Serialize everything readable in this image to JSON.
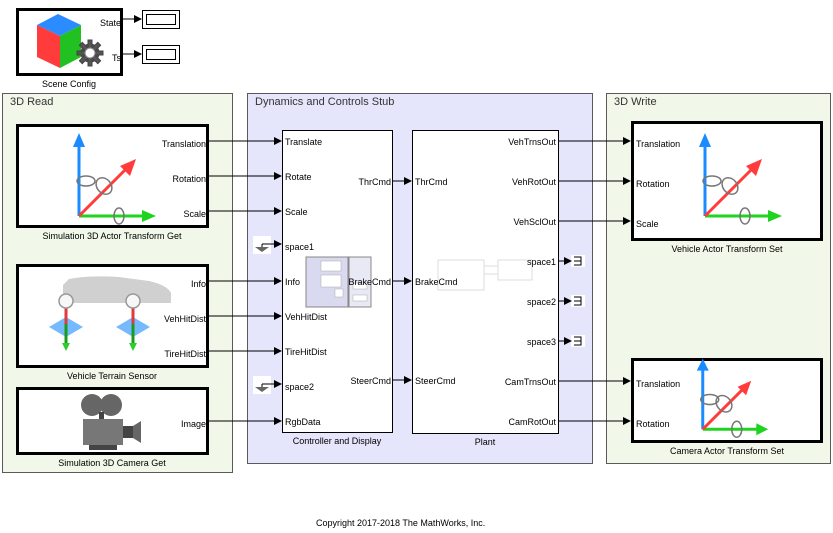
{
  "scene_config": {
    "caption": "Scene Config",
    "ports": [
      "State",
      "Ts"
    ]
  },
  "areas": {
    "read": "3D Read",
    "dynamics": "Dynamics and Controls Stub",
    "write": "3D Write"
  },
  "blocks": {
    "actor_get": {
      "caption": "Simulation 3D Actor Transform Get",
      "outputs": [
        "Translation",
        "Rotation",
        "Scale"
      ]
    },
    "terrain": {
      "caption": "Vehicle Terrain Sensor",
      "outputs": [
        "Info",
        "VehHitDist",
        "TireHitDist"
      ]
    },
    "camera_get": {
      "caption": "Simulation 3D Camera Get",
      "outputs": [
        "Image"
      ]
    },
    "controller": {
      "caption": "Controller and Display",
      "inputs": [
        "Translate",
        "Rotate",
        "Scale",
        "space1",
        "Info",
        "VehHitDist",
        "TireHitDist",
        "space2",
        "RgbData"
      ],
      "outputs": [
        "ThrCmd",
        "BrakeCmd",
        "SteerCmd"
      ]
    },
    "plant": {
      "caption": "Plant",
      "inputs": [
        "ThrCmd",
        "BrakeCmd",
        "SteerCmd"
      ],
      "outputs": [
        "VehTrnsOut",
        "VehRotOut",
        "VehSclOut",
        "space1",
        "space2",
        "space3",
        "CamTrnsOut",
        "CamRotOut"
      ]
    },
    "vehicle_set": {
      "caption": "Vehicle Actor Transform Set",
      "inputs": [
        "Translation",
        "Rotation",
        "Scale"
      ]
    },
    "camera_set": {
      "caption": "Camera Actor Transform Set",
      "inputs": [
        "Translation",
        "Rotation"
      ]
    }
  },
  "colors": {
    "axis_x": "#ff3b3b",
    "axis_y": "#1a8cff",
    "axis_z": "#1ed41e",
    "area_green": "#f1f7e9",
    "area_blue": "#e5e5fb"
  },
  "footer": {
    "copyright": "Copyright 2017-2018 The MathWorks, Inc."
  }
}
